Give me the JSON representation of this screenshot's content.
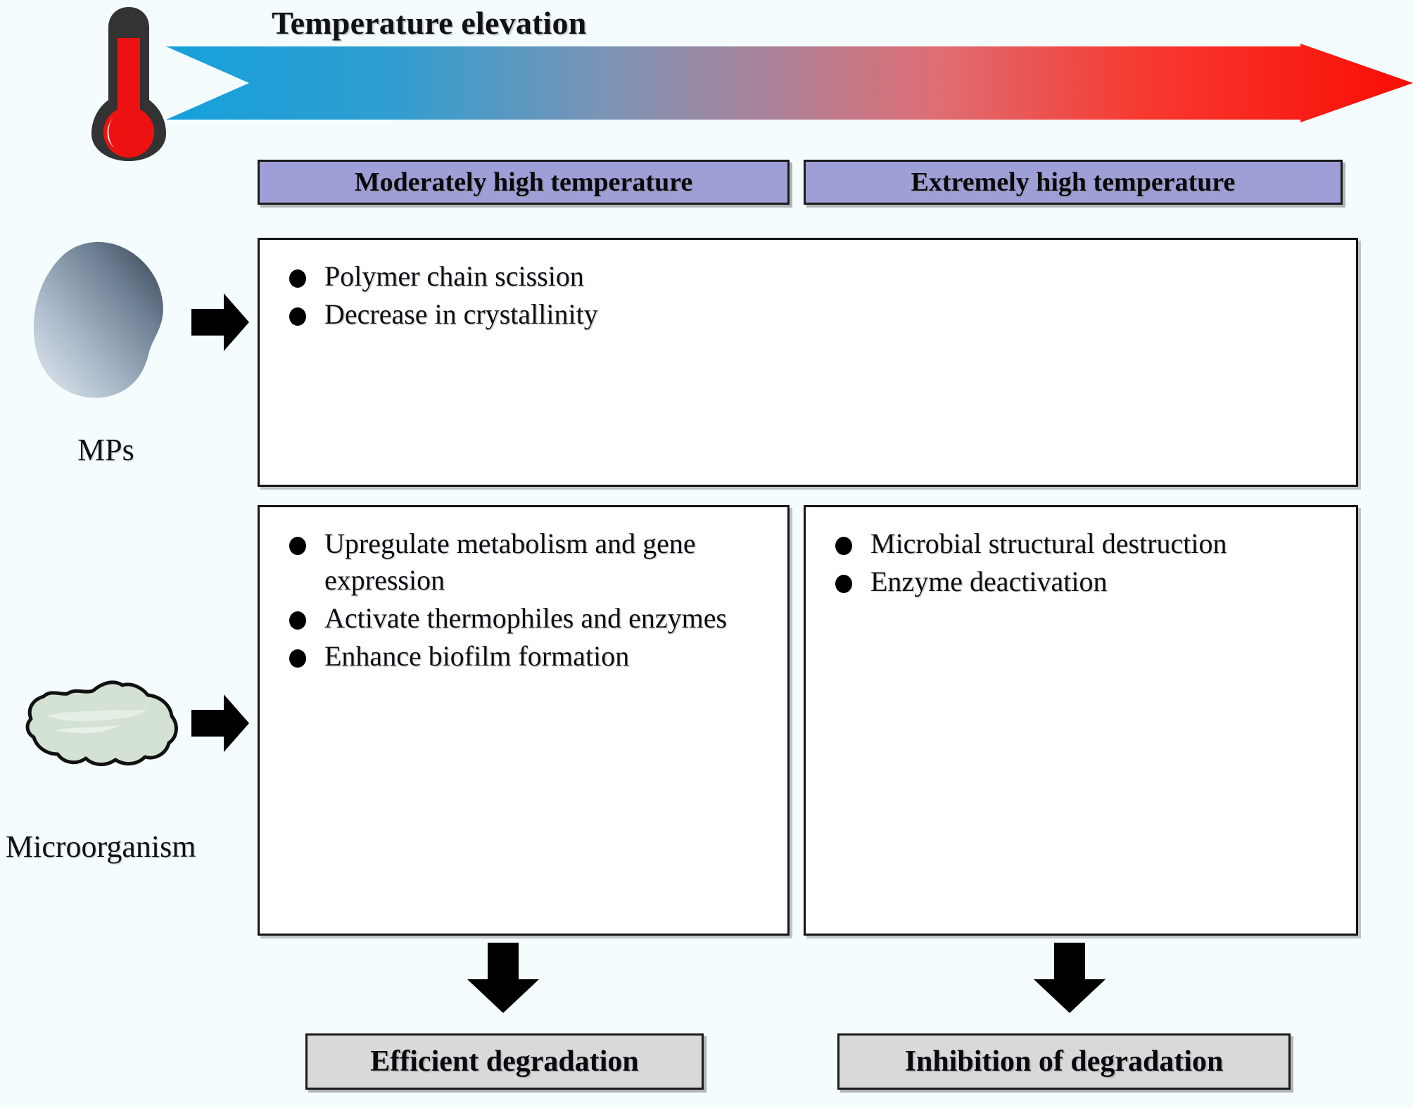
{
  "header": {
    "title": "Temperature elevation",
    "thermometer_icon": "thermometer-icon",
    "arrow_icon": "temperature-gradient-arrow",
    "arrow_color_cold": "#1a9fd8",
    "arrow_color_hot": "#fa1106"
  },
  "columns": [
    {
      "label": "Moderately high temperature",
      "color": "#9f9fd8"
    },
    {
      "label": "Extremely high temperature",
      "color": "#9f9fd8"
    }
  ],
  "rows": [
    {
      "actor": "MPs",
      "icon": "microplastic-particle-icon",
      "arrow_icon": "right-arrow-icon",
      "moderate_effects": [
        "Polymer chain scission",
        "Decrease in crystallinity"
      ],
      "extreme_effects": []
    },
    {
      "actor": "Microorganism",
      "icon": "microorganism-cell-icon",
      "arrow_icon": "right-arrow-icon",
      "moderate_effects": [
        "Upregulate metabolism and gene expression",
        "Activate thermophiles and enzymes",
        "Enhance biofilm formation"
      ],
      "extreme_effects": [
        "Microbial structural destruction",
        "Enzyme deactivation"
      ]
    }
  ],
  "outcomes": [
    {
      "label": "Efficient degradation",
      "arrow_icon": "down-arrow-icon",
      "color": "#d9d9d9"
    },
    {
      "label": "Inhibition of degradation",
      "arrow_icon": "down-arrow-icon",
      "color": "#d9d9d9"
    }
  ]
}
